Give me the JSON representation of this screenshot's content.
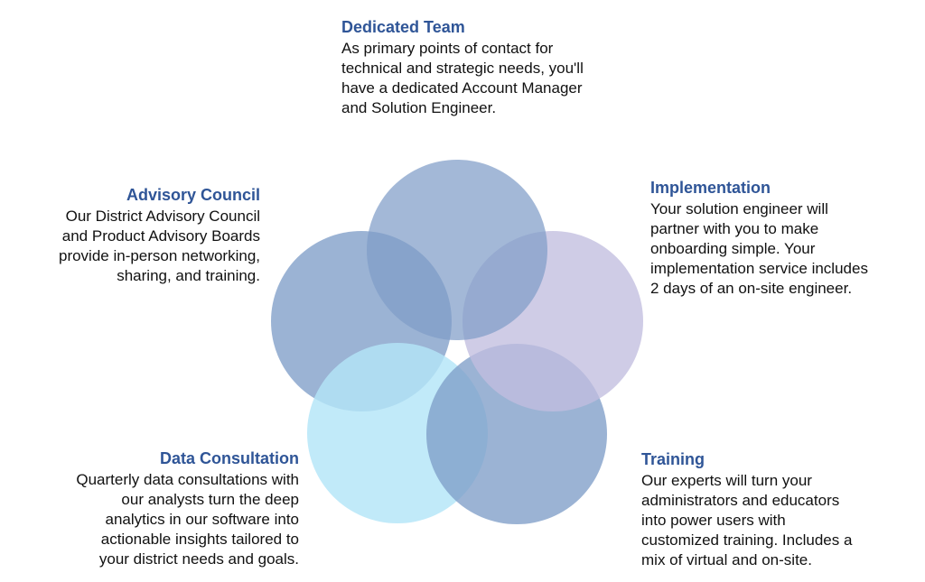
{
  "colors": {
    "heading": "#2f5597",
    "body_text": "#111111",
    "circle_dedicated_team": "#7f9dc8",
    "circle_implementation": "#c2bedf",
    "circle_training": "#7f9dc8",
    "circle_data_consultation": "#b3e5f8",
    "circle_advisory_council": "#7f9dc8"
  },
  "sections": {
    "dedicated_team": {
      "title": "Dedicated Team",
      "lines": [
        "As primary points of contact for",
        "technical and strategic needs, you'll",
        "have a dedicated Account Manager",
        "and Solution Engineer."
      ]
    },
    "implementation": {
      "title": "Implementation",
      "lines": [
        "Your solution engineer will",
        "partner with you to make",
        "onboarding simple. Your",
        "implementation service includes",
        "2 days of an on-site engineer."
      ]
    },
    "advisory_council": {
      "title": "Advisory Council",
      "lines": [
        "Our District Advisory Council",
        "and Product Advisory Boards",
        "provide in-person networking,",
        "sharing, and training."
      ]
    },
    "data_consultation": {
      "title": "Data Consultation",
      "lines": [
        "Quarterly data consultations with",
        "our analysts turn the deep",
        "analytics in our software into",
        "actionable insights tailored to",
        "your district needs and goals."
      ]
    },
    "training": {
      "title": "Training",
      "lines": [
        "Our experts will turn your",
        "administrators and educators",
        "into power users with",
        "customized training. Includes a",
        "mix of virtual and on-site."
      ]
    }
  }
}
